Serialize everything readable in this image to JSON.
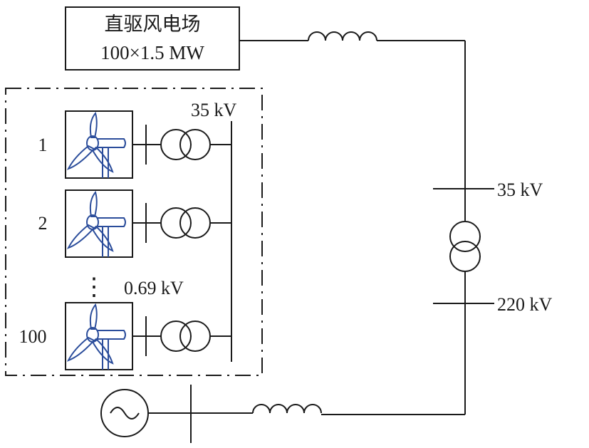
{
  "farm_box": {
    "title": "直驱风电场",
    "rating": "100×1.5 MW"
  },
  "labels": {
    "collector_bus": "35 kV",
    "turbine_voltage": "0.69 kV",
    "hv_bus_low": "35 kV",
    "hv_bus_high": "220 kV"
  },
  "turbines": [
    {
      "index": "1"
    },
    {
      "index": "2"
    },
    {
      "index": "100"
    }
  ],
  "ellipsis": "⋮",
  "colors": {
    "line": "#1a1a1a",
    "turbine": "#2b4d9b"
  }
}
